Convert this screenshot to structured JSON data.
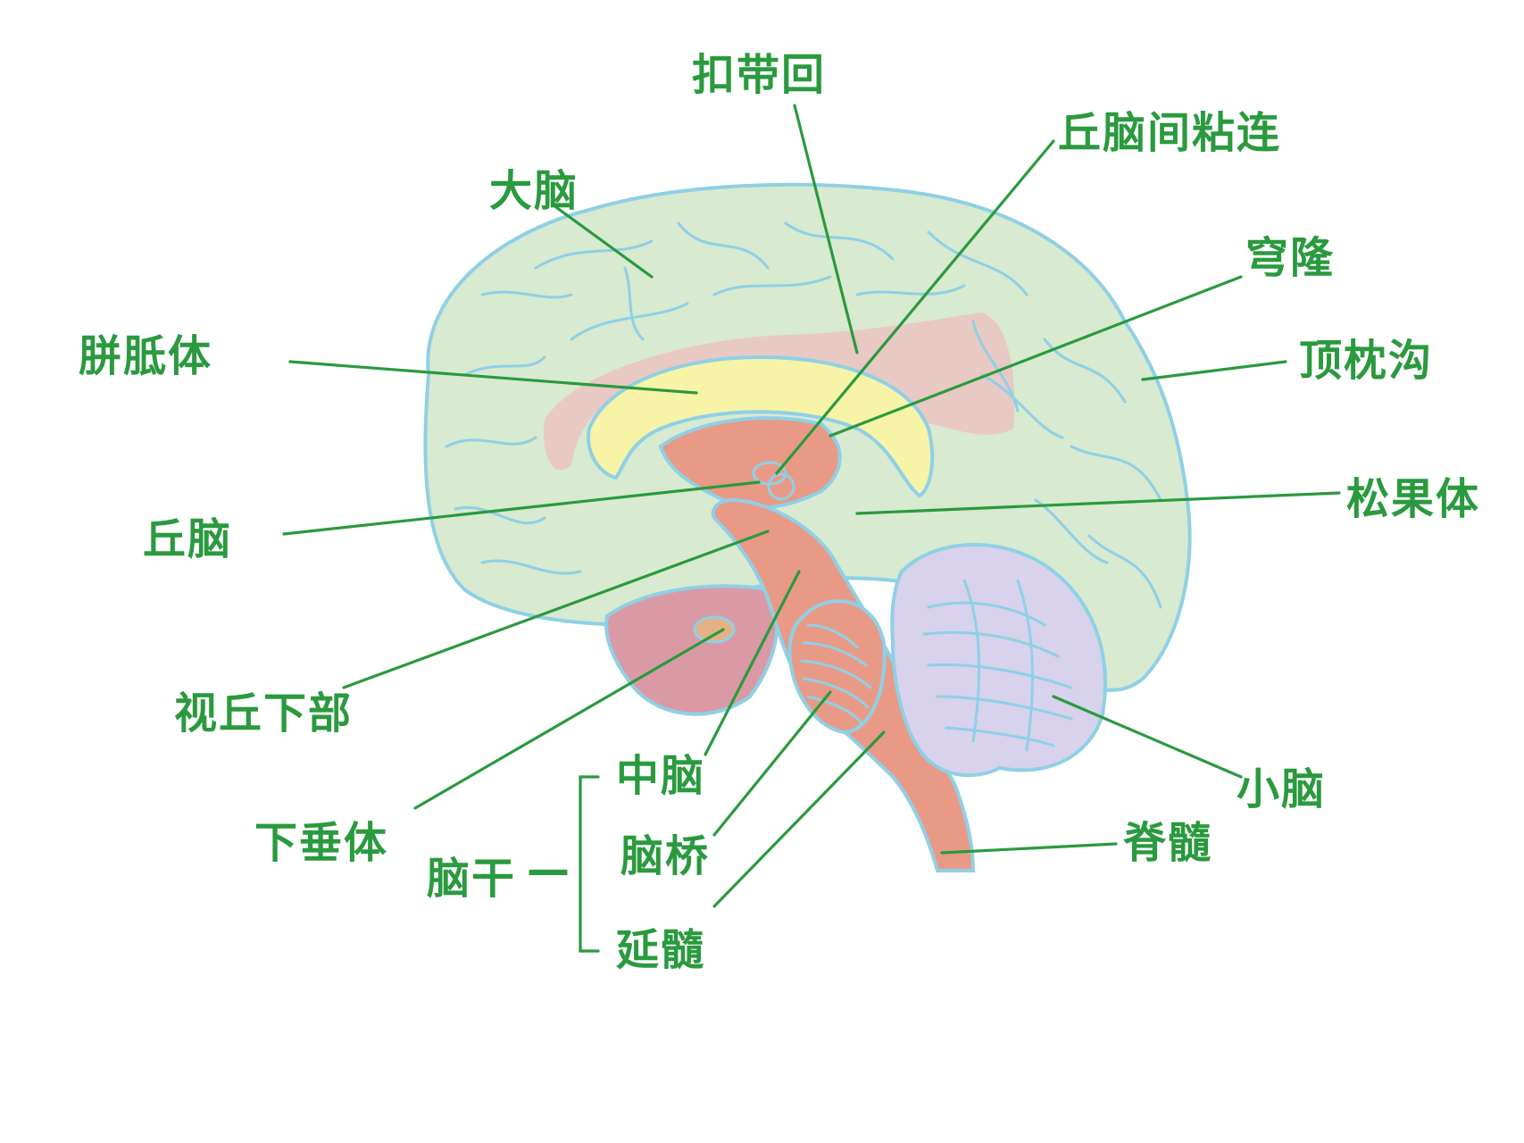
{
  "diagram": {
    "labels": {
      "cerebrum": "大脑",
      "cingulate_gyrus": "扣带回",
      "interthalamic_adhesion": "丘脑间粘连",
      "fornix": "穹隆",
      "corpus_callosum": "胼胝体",
      "parieto_occipital_sulcus": "顶枕沟",
      "thalamus": "丘脑",
      "pineal_body": "松果体",
      "hypothalamus": "视丘下部",
      "cerebellum": "小脑",
      "pituitary": "下垂体",
      "midbrain": "中脑",
      "pons": "脑桥",
      "medulla": "延髓",
      "brainstem": "脑干",
      "brainstem_dash": "—",
      "spinal_cord": "脊髓"
    },
    "colors": {
      "label_ink": "#2a9a3e",
      "cerebrum_fill": "#d8ead0",
      "outline": "#8fd0e6",
      "corpus_callosum": "#f7f4a8",
      "cingulate": "#e8c9c4",
      "brainstem": "#e89a86",
      "cerebellum": "#d8d2ec",
      "temporal": "#d99aa6"
    }
  }
}
